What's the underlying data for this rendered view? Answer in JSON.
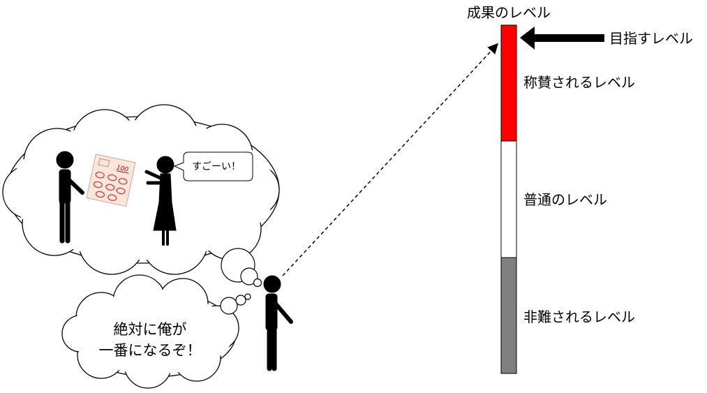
{
  "diagram": {
    "bar_title": "成果のレベル",
    "target_label": "目指すレベル",
    "levels": [
      {
        "label": "称賛されるレベル",
        "color": "#ff0000"
      },
      {
        "label": "普通のレベル",
        "color": "#ffffff"
      },
      {
        "label": "非難されるレベル",
        "color": "#808080"
      }
    ],
    "speech_bubble": "すごーい！",
    "thought_bubble": [
      "絶対に俺が",
      "一番になるぞ！"
    ],
    "paper_score": "100"
  }
}
